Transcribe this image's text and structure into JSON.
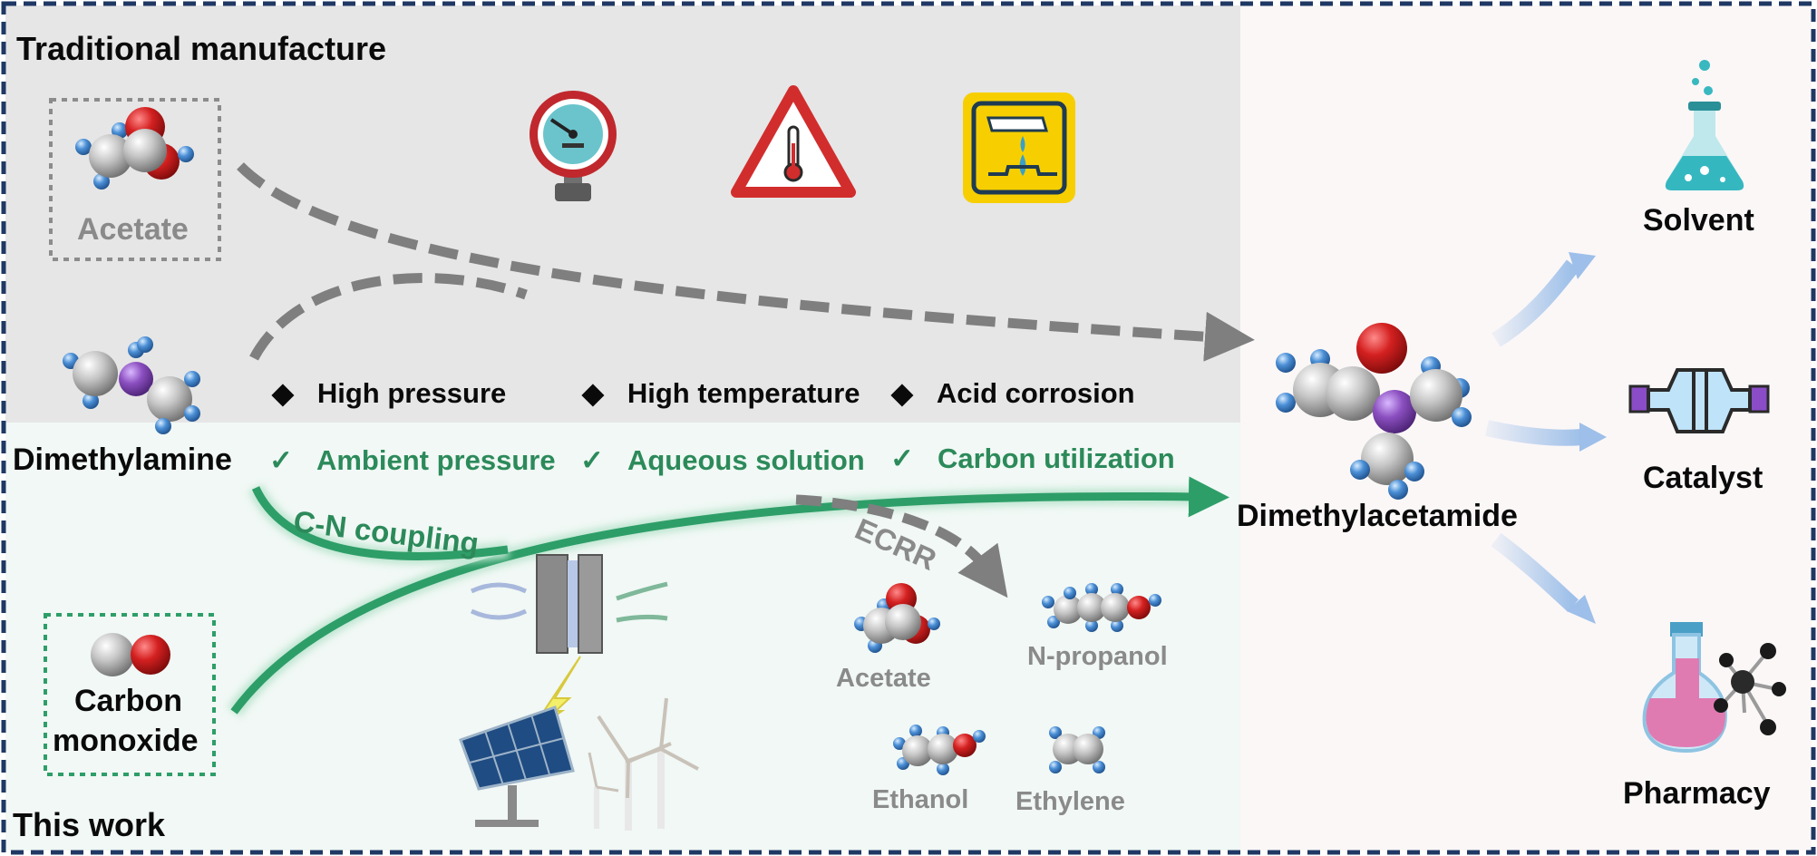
{
  "sections": {
    "traditional": "Traditional manufacture",
    "this_work": "This work"
  },
  "reactants": {
    "acetate": "Acetate",
    "dimethylamine": "Dimethylamine",
    "carbon_monoxide_line1": "Carbon",
    "carbon_monoxide_line2": "monoxide"
  },
  "traditional_conditions": [
    {
      "marker": "◆",
      "text": "High pressure"
    },
    {
      "marker": "◆",
      "text": "High temperature"
    },
    {
      "marker": "◆",
      "text": "Acid corrosion"
    }
  ],
  "this_work_conditions": [
    {
      "marker": "✓",
      "text": "Ambient pressure"
    },
    {
      "marker": "✓",
      "text": "Aqueous solution"
    },
    {
      "marker": "✓",
      "text": "Carbon utilization"
    }
  ],
  "process_labels": {
    "cn_coupling": "C-N coupling",
    "ecrr": "ECRR"
  },
  "ecrr_products": [
    "Acetate",
    "N-propanol",
    "Ethanol",
    "Ethylene"
  ],
  "product": "Dimethylacetamide",
  "applications": [
    "Solvent",
    "Catalyst",
    "Pharmacy"
  ],
  "hazard_icons": [
    "pressure-gauge-icon",
    "high-temperature-warning-icon",
    "corrosive-hazard-icon"
  ],
  "energy_icons": [
    "electrolyzer-icon",
    "lightning-icon",
    "solar-panel-icon",
    "wind-turbine-icon"
  ],
  "application_icons": [
    "flask-icon",
    "catalyst-reactor-icon",
    "pharmacy-flask-icon"
  ],
  "colors": {
    "traditional_bg": "#e6e6e6",
    "this_work_bg": "#f1f8f5",
    "right_panel_bg": "#fbf7f7",
    "border": "#1f3864",
    "grey_arrow": "#7f7f7f",
    "green_arrow": "#2e9e68",
    "blue_arrow": "#9dbfe9",
    "carbon_atom": "#b8b8b8",
    "oxygen_atom": "#cc1f1f",
    "nitrogen_atom": "#8b4fc0",
    "hydrogen_atom": "#3f7fc4"
  }
}
